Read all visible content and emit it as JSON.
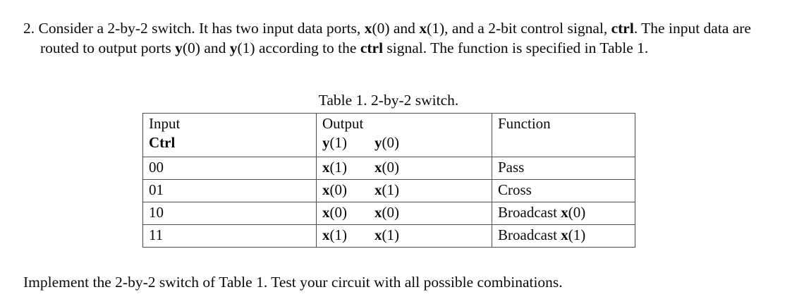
{
  "document": {
    "background_color": "#ffffff",
    "text_color": "#0a0a0a",
    "border_color": "#4c4c4c"
  },
  "problem": {
    "number": "2.",
    "line1_a": " Consider a 2-by-2 switch. It has two input data ports, ",
    "x0": "x",
    "x0_sub": "(0)",
    "line1_b": " and ",
    "x1": "x",
    "x1_sub": "(1)",
    "line1_c": ", and a 2-bit control signal, ",
    "ctrl1": "ctrl",
    "line2_a": ". The input data are routed to output ports ",
    "y0": "y",
    "y0_sub": "(0)",
    "line2_b": " and ",
    "y1": "y",
    "y1_sub": "(1)",
    "line2_c": " according to the ",
    "ctrl2": "ctrl",
    "line3": " signal. The function is specified in Table 1."
  },
  "table": {
    "caption": "Table 1. 2-by-2 switch.",
    "columns": [
      {
        "header_line1": "Input",
        "header_line2": "Ctrl",
        "header_line2_bold": true
      },
      {
        "header_line1": "Output",
        "header_line2_a": "y",
        "header_line2_a_sub": "(1)",
        "header_line2_b": "y",
        "header_line2_b_sub": "(0)"
      },
      {
        "header_line1": "Function",
        "header_line2": ""
      }
    ],
    "rows": [
      {
        "ctrl": "00",
        "out_hi": "x",
        "out_hi_sub": "(1)",
        "out_lo": "x",
        "out_lo_sub": "(0)",
        "function_text": "Pass",
        "function_var": "",
        "function_var_sub": ""
      },
      {
        "ctrl": "01",
        "out_hi": "x",
        "out_hi_sub": "(0)",
        "out_lo": "x",
        "out_lo_sub": "(1)",
        "function_text": "Cross",
        "function_var": "",
        "function_var_sub": ""
      },
      {
        "ctrl": "10",
        "out_hi": "x",
        "out_hi_sub": "(0)",
        "out_lo": "x",
        "out_lo_sub": "(0)",
        "function_text": "Broadcast ",
        "function_var": "x",
        "function_var_sub": "(0)"
      },
      {
        "ctrl": "11",
        "out_hi": "x",
        "out_hi_sub": "(1)",
        "out_lo": "x",
        "out_lo_sub": "(1)",
        "function_text": "Broadcast ",
        "function_var": "x",
        "function_var_sub": "(1)"
      }
    ]
  },
  "closing": {
    "text": "Implement the 2-by-2 switch of Table 1. Test your circuit with all possible combinations."
  }
}
